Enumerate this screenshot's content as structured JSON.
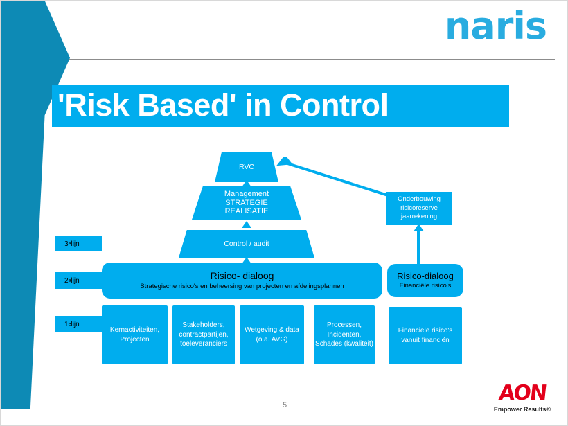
{
  "slide": {
    "brand": "naris",
    "title": "'Risk Based' in Control",
    "page_number": "5",
    "colors": {
      "accent_blue": "#00ADEE",
      "dark_teal": "#0d8ab5",
      "aon_red": "#E3001B",
      "rule_gray": "#8c8c8c"
    }
  },
  "pyramid": {
    "top": "RVC",
    "middle": {
      "line1": "Management",
      "line2": "STRATEGIE",
      "line3": "REALISATIE"
    },
    "bottom": "Control / audit"
  },
  "lines": {
    "third": {
      "num": "3",
      "sup": "e",
      "label": " lijn"
    },
    "second": {
      "num": "2",
      "sup": "e",
      "label": " lijn"
    },
    "first": {
      "num": "1",
      "sup": "e",
      "label": " lijn"
    }
  },
  "risk_dialog": {
    "heading": "Risico- dialoog",
    "subheading": "Strategische risico's en beheersing van projecten en afdelingsplannen"
  },
  "risk_dialog_finance": {
    "heading": "Risico-dialoog",
    "subheading": "Financiële risico's"
  },
  "onderbouwing": "Onderbouwing risicoreserve jaarrekening",
  "cards": [
    "Kernactiviteiten, Projecten",
    "Stakeholders, contractpartijen, toeleveranciers",
    "Wetgeving & data  (o.a. AVG)",
    "Processen, Incidenten, Schades (kwaliteit)"
  ],
  "card_finance": "Financiële risico's vanuit financiën",
  "aon": {
    "mark": "AON",
    "tagline": "Empower Results®"
  }
}
